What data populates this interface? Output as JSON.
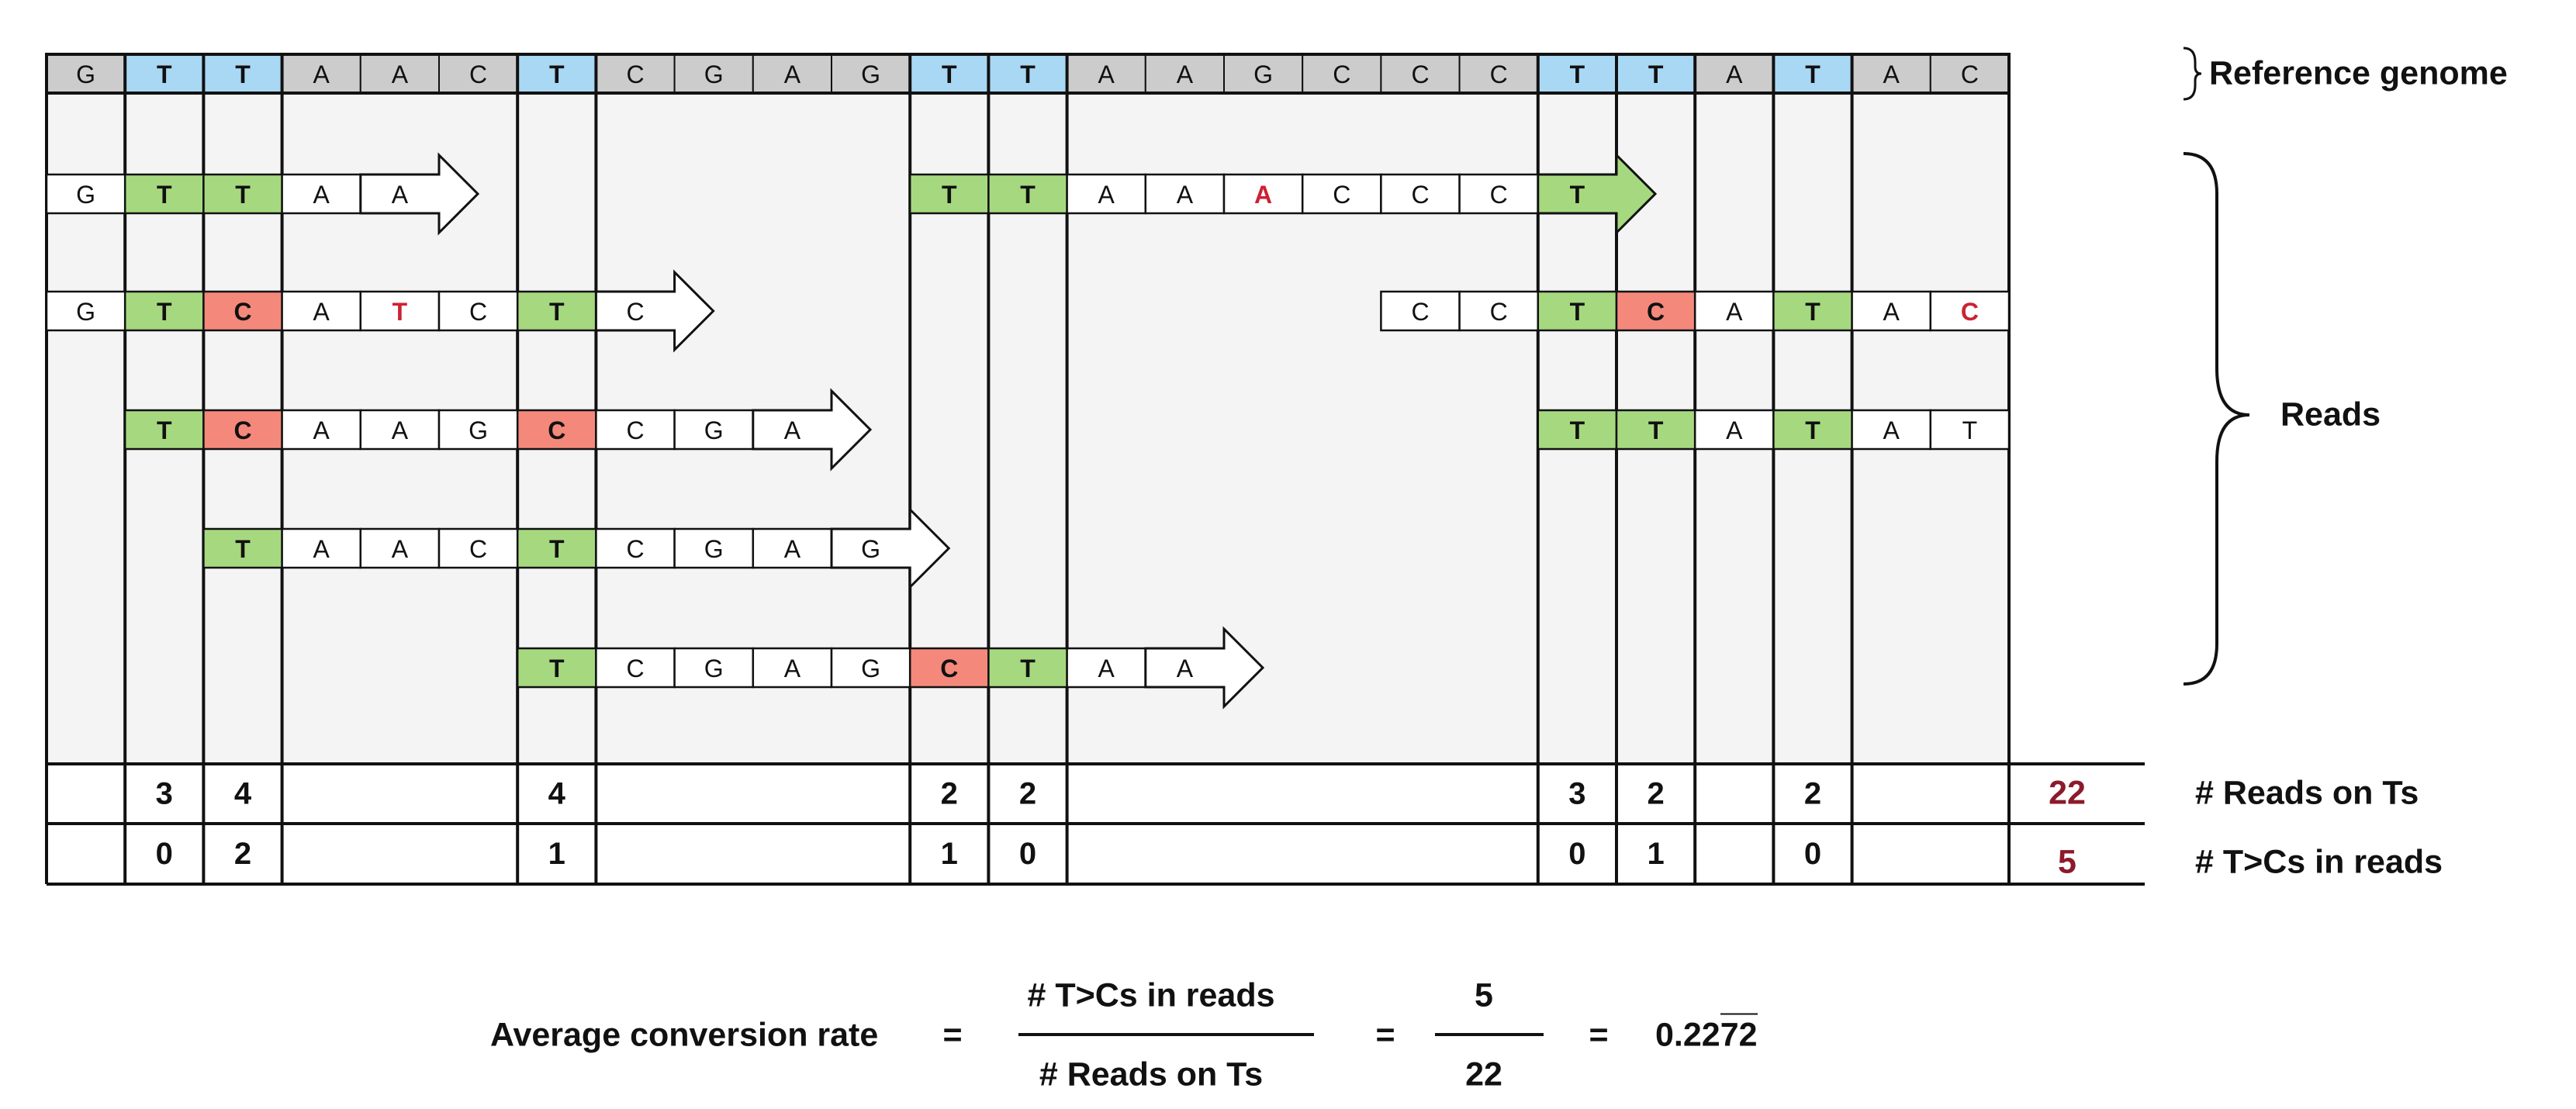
{
  "reference": {
    "label": "Reference genome",
    "sequence": [
      "G",
      "T",
      "T",
      "A",
      "A",
      "C",
      "T",
      "C",
      "G",
      "A",
      "G",
      "T",
      "T",
      "A",
      "A",
      "G",
      "C",
      "C",
      "C",
      "T",
      "T",
      "A",
      "T",
      "A",
      "C"
    ]
  },
  "reads_label": "Reads",
  "reads": [
    {
      "segments": [
        {
          "start": 0,
          "bases": [
            "G",
            "T",
            "T",
            "A",
            "A"
          ],
          "hl": [
            null,
            "match",
            "match",
            null,
            null
          ],
          "red": [
            false,
            false,
            false,
            false,
            false
          ],
          "arrow": true
        },
        {
          "start": 11,
          "bases": [
            "T",
            "T",
            "A",
            "A",
            "A",
            "C",
            "C",
            "C",
            "T"
          ],
          "hl": [
            "match",
            "match",
            null,
            null,
            null,
            null,
            null,
            null,
            "match"
          ],
          "red": [
            false,
            false,
            false,
            false,
            true,
            false,
            false,
            false,
            false
          ],
          "arrow": true
        }
      ]
    },
    {
      "segments": [
        {
          "start": 0,
          "bases": [
            "G",
            "T",
            "C",
            "A",
            "T",
            "C",
            "T",
            "C"
          ],
          "hl": [
            null,
            "match",
            "mismatch",
            null,
            null,
            null,
            "match",
            null
          ],
          "red": [
            false,
            false,
            false,
            false,
            true,
            false,
            false,
            false
          ],
          "arrow": true
        },
        {
          "start": 17,
          "bases": [
            "C",
            "C",
            "T",
            "C",
            "A",
            "T",
            "A",
            "C"
          ],
          "hl": [
            null,
            null,
            "match",
            "mismatch",
            null,
            "match",
            null,
            null
          ],
          "red": [
            false,
            false,
            false,
            false,
            false,
            false,
            false,
            true
          ],
          "arrow": false
        }
      ]
    },
    {
      "segments": [
        {
          "start": 1,
          "bases": [
            "T",
            "C",
            "A",
            "A",
            "G",
            "C",
            "C",
            "G",
            "A"
          ],
          "hl": [
            "match",
            "mismatch",
            null,
            null,
            null,
            "mismatch",
            null,
            null,
            null
          ],
          "red": [
            false,
            false,
            false,
            false,
            false,
            false,
            false,
            false,
            false
          ],
          "arrow": true
        },
        {
          "start": 19,
          "bases": [
            "T",
            "T",
            "A",
            "T",
            "A",
            "T"
          ],
          "hl": [
            "match",
            "match",
            null,
            "match",
            null,
            null
          ],
          "red": [
            false,
            false,
            false,
            false,
            false,
            false
          ],
          "arrow": false
        }
      ]
    },
    {
      "segments": [
        {
          "start": 2,
          "bases": [
            "T",
            "A",
            "A",
            "C",
            "T",
            "C",
            "G",
            "A",
            "G"
          ],
          "hl": [
            "match",
            null,
            null,
            null,
            "match",
            null,
            null,
            null,
            null
          ],
          "red": [
            false,
            false,
            false,
            false,
            false,
            false,
            false,
            false,
            false
          ],
          "arrow": true
        }
      ]
    },
    {
      "segments": [
        {
          "start": 6,
          "bases": [
            "T",
            "C",
            "G",
            "A",
            "G",
            "C",
            "T",
            "A",
            "A"
          ],
          "hl": [
            "match",
            null,
            null,
            null,
            null,
            "mismatch",
            "match",
            null,
            null
          ],
          "red": [
            false,
            false,
            false,
            false,
            false,
            false,
            false,
            false,
            false
          ],
          "arrow": true
        }
      ]
    }
  ],
  "counts": {
    "reads_on_ts_label": "# Reads on Ts",
    "tcs_label": "# T>Cs in reads",
    "reads_on_ts": [
      "",
      "3",
      "4",
      "",
      "",
      "",
      "4",
      "",
      "",
      "",
      "",
      "2",
      "2",
      "",
      "",
      "",
      "",
      "",
      "",
      "3",
      "2",
      "",
      "2",
      "",
      ""
    ],
    "tcs": [
      "",
      "0",
      "2",
      "",
      "",
      "",
      "1",
      "",
      "",
      "",
      "",
      "1",
      "0",
      "",
      "",
      "",
      "",
      "",
      "",
      "0",
      "1",
      "",
      "0",
      "",
      ""
    ],
    "reads_on_ts_total": "22",
    "tcs_total": "5"
  },
  "formula": {
    "label": "Average conversion rate",
    "eq": "=",
    "numerator": "# T>Cs in reads",
    "denominator": "# Reads on Ts",
    "num_value": "5",
    "den_value": "22",
    "result_prefix": "0.22",
    "result_repeat": "72"
  },
  "colors": {
    "ref_t": "#a9d8f5",
    "ref_other": "#cccccc",
    "match": "#a6d97f",
    "mismatch": "#f4897b",
    "red_text": "#cc2233",
    "total_text": "#8b1a2b",
    "panel_bg": "#f4f4f4",
    "line": "#111111"
  }
}
